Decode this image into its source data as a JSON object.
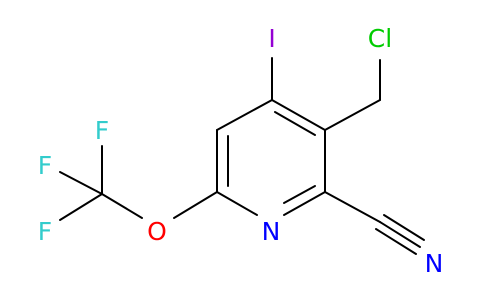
{
  "molecule": {
    "atoms": {
      "chlorine": "Cl",
      "iodine": "I",
      "nitrogen_ring": "N",
      "nitrogen_nitrile": "N",
      "oxygen": "O",
      "fluorine_top": "F",
      "fluorine_left": "F",
      "fluorine_bottom": "F"
    },
    "colors": {
      "bond": "#000000",
      "chlorine": "#00cc00",
      "iodine": "#9400d3",
      "nitrogen": "#0000ff",
      "oxygen": "#ff0000",
      "fluorine": "#33cccc"
    }
  }
}
